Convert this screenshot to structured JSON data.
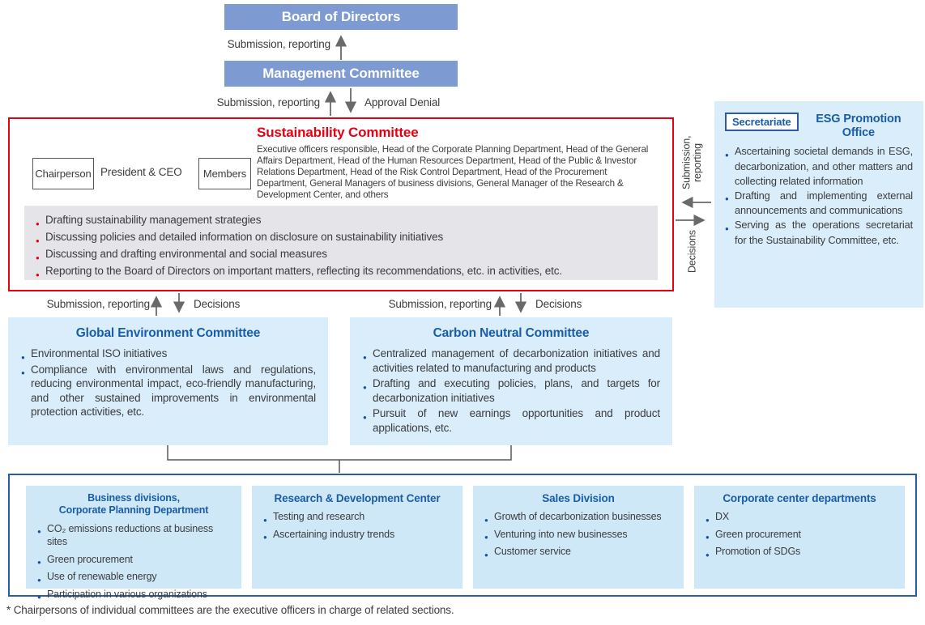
{
  "colors": {
    "top_box_blue": "#7e9ad3",
    "title_blue": "#1a5da6",
    "light_blue_panel": "#d9edfa",
    "department_panel_blue": "#cfe8f8",
    "gray_panel": "#e4e4e9",
    "accent_red": "#e60012",
    "frame_blue": "#2b5ba8",
    "arrow_gray": "#6a6a6a",
    "text_dark": "#3c3c3e"
  },
  "top": {
    "board": "Board of Directors",
    "management": "Management Committee"
  },
  "labels": {
    "submission_reporting": "Submission, reporting",
    "submission_reporting_2line": "Submission,\nreporting",
    "approval_denial": "Approval Denial",
    "decisions": "Decisions"
  },
  "sustainability": {
    "title": "Sustainability Committee",
    "chairperson_label": "Chairperson",
    "chairperson_value": "President & CEO",
    "members_label": "Members",
    "members_text": "Executive officers responsible, Head of the Corporate Planning Department, Head of the General Affairs Department, Head of the Human Resources Department, Head of the Public & Investor Relations Department, Head of the Risk Control Department, Head of the Procurement Department, General Managers of business divisions, General Manager of the Research & Development Center, and others",
    "duties": [
      "Drafting sustainability management strategies",
      "Discussing policies and detailed information on disclosure on sustainability initiatives",
      "Discussing and drafting environmental and social measures",
      "Reporting to the Board of Directors on important matters, reflecting its recommendations, etc. in activities, etc."
    ]
  },
  "esg_office": {
    "secretariate_label": "Secretariate",
    "title": "ESG Promotion Office",
    "bullets": [
      "Ascertaining societal demands in ESG, decarbonization, and other matters and collecting related information",
      "Drafting and implementing external announcements and communications",
      "Serving as the operations secretariat for the Sustainability Committee, etc."
    ]
  },
  "committees": [
    {
      "title": "Global Environment Committee",
      "bullets": [
        "Environmental ISO initiatives",
        "Compliance with environmental laws and regulations, reducing environmental impact, eco-friendly manufacturing, and other sustained improvements in environmental protection activities, etc."
      ]
    },
    {
      "title": "Carbon Neutral Committee",
      "bullets": [
        "Centralized management of decarbonization initiatives and activities related to manufacturing and products",
        "Drafting and executing policies, plans, and targets for decarbonization initiatives",
        "Pursuit of new earnings opportunities and product applications, etc."
      ]
    }
  ],
  "departments": [
    {
      "title": "Business divisions,\nCorporate Planning Department",
      "bullets": [
        "CO₂ emissions reductions at business sites",
        "Green procurement",
        "Use of renewable energy",
        "Participation in various organizations"
      ]
    },
    {
      "title": "Research & Development Center",
      "bullets": [
        "Testing and research",
        "Ascertaining industry trends"
      ]
    },
    {
      "title": "Sales Division",
      "bullets": [
        "Growth of decarbonization businesses",
        "Venturing into new businesses",
        "Customer service"
      ]
    },
    {
      "title": "Corporate center departments",
      "bullets": [
        "DX",
        "Green procurement",
        "Promotion of SDGs"
      ]
    }
  ],
  "footnote": "* Chairpersons of individual committees are the executive officers in charge of related sections."
}
